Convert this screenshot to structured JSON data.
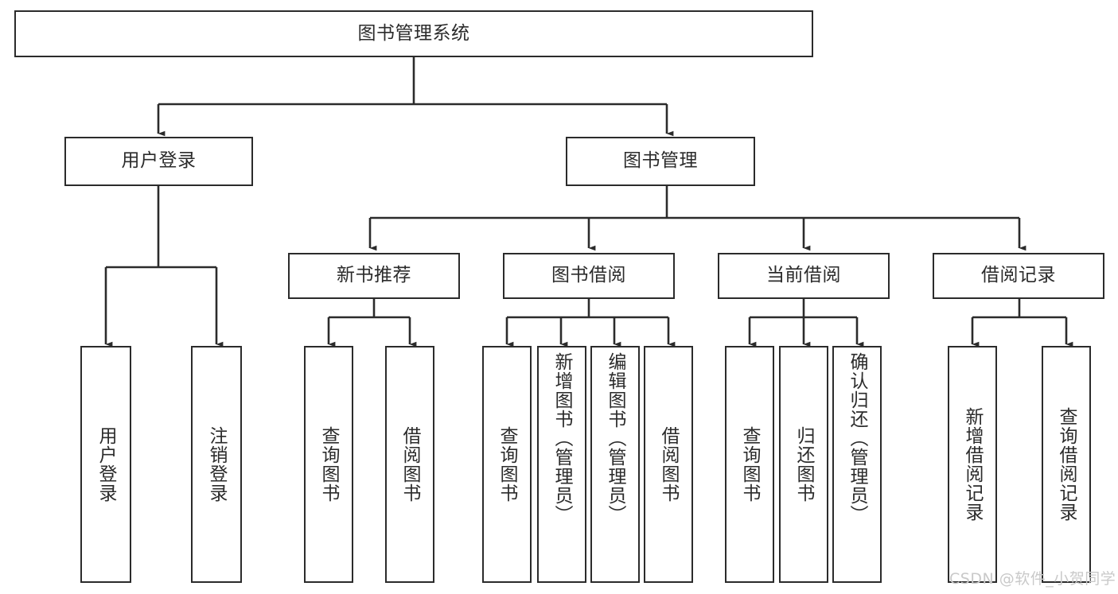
{
  "diagram": {
    "type": "tree-hierarchy-flowchart",
    "title": "图书管理系统",
    "orientation": "top-down",
    "background_color": "#ffffff",
    "line_color": "#2b2b2b",
    "text_color": "#2b2b2b"
  },
  "nodes": {
    "root": {
      "label": "图书管理系统",
      "level": 1,
      "text_direction": "horizontal"
    },
    "level2": [
      {
        "id": "user-login",
        "label": "用户登录",
        "text_direction": "horizontal"
      },
      {
        "id": "book-management",
        "label": "图书管理",
        "text_direction": "horizontal"
      }
    ],
    "level3": [
      {
        "id": "new-book-recommend",
        "label": "新书推荐",
        "text_direction": "horizontal"
      },
      {
        "id": "book-borrow",
        "label": "图书借阅",
        "text_direction": "horizontal"
      },
      {
        "id": "current-borrow",
        "label": "当前借阅",
        "text_direction": "horizontal"
      },
      {
        "id": "borrow-record",
        "label": "借阅记录",
        "text_direction": "horizontal"
      }
    ],
    "leaves": [
      {
        "id": "leaf-user-login",
        "label": "用户登录",
        "parent": "user-login",
        "text_direction": "vertical",
        "align": "center"
      },
      {
        "id": "leaf-logout-login",
        "label": "注销登录",
        "parent": "user-login",
        "text_direction": "vertical",
        "align": "center"
      },
      {
        "id": "leaf-query-book-1",
        "label": "查询图书",
        "parent": "new-book-recommend",
        "text_direction": "vertical",
        "align": "center"
      },
      {
        "id": "leaf-borrow-book-1",
        "label": "借阅图书",
        "parent": "new-book-recommend",
        "text_direction": "vertical",
        "align": "center"
      },
      {
        "id": "leaf-query-book-2",
        "label": "查询图书",
        "parent": "book-borrow",
        "text_direction": "vertical",
        "align": "center"
      },
      {
        "id": "leaf-add-book-admin",
        "label": "新增图书（管理员）",
        "parent": "book-borrow",
        "text_direction": "vertical",
        "align": "top"
      },
      {
        "id": "leaf-edit-book-admin",
        "label": "编辑图书（管理员）",
        "parent": "book-borrow",
        "text_direction": "vertical",
        "align": "top"
      },
      {
        "id": "leaf-borrow-book-2",
        "label": "借阅图书",
        "parent": "book-borrow",
        "text_direction": "vertical",
        "align": "center"
      },
      {
        "id": "leaf-query-book-3",
        "label": "查询图书",
        "parent": "current-borrow",
        "text_direction": "vertical",
        "align": "center"
      },
      {
        "id": "leaf-return-book",
        "label": "归还图书",
        "parent": "current-borrow",
        "text_direction": "vertical",
        "align": "center"
      },
      {
        "id": "leaf-confirm-return-admin",
        "label": "确认归还（管理员）",
        "parent": "current-borrow",
        "text_direction": "vertical",
        "align": "top"
      },
      {
        "id": "leaf-add-borrow-record",
        "label": "新增借阅记录",
        "parent": "borrow-record",
        "text_direction": "vertical",
        "align": "center"
      },
      {
        "id": "leaf-query-borrow-record",
        "label": "查询借阅记录",
        "parent": "borrow-record",
        "text_direction": "vertical",
        "align": "center"
      }
    ]
  },
  "watermark": {
    "text": "CSDN @软件_小贺同学",
    "color": "#c9c9c9"
  }
}
